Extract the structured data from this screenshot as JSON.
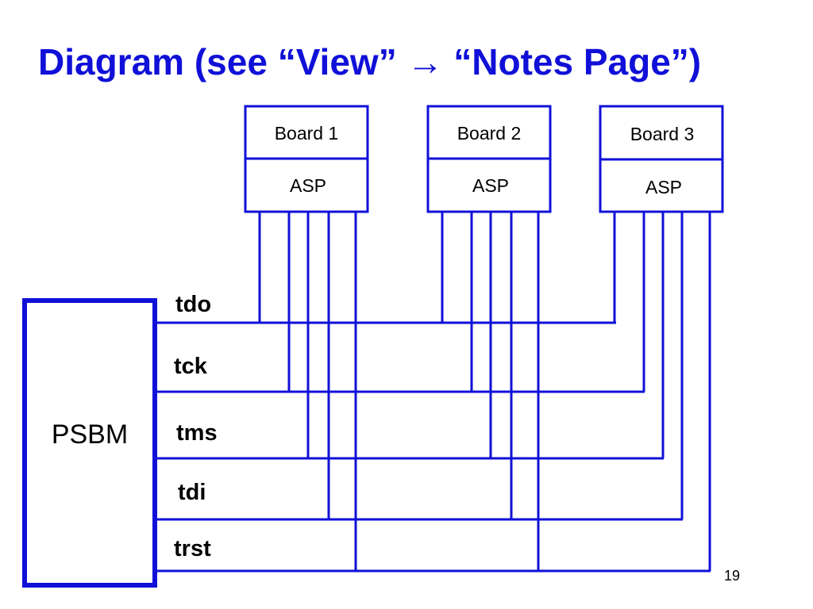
{
  "slide": {
    "title": "Diagram (see “View” → “Notes Page”)",
    "page_number": "19"
  },
  "diagram": {
    "controller": {
      "label": "PSBM"
    },
    "boards": [
      {
        "name": "Board 1",
        "chip": "ASP"
      },
      {
        "name": "Board 2",
        "chip": "ASP"
      },
      {
        "name": "Board 3",
        "chip": "ASP"
      }
    ],
    "signals": [
      "tdo",
      "tck",
      "tms",
      "tdi",
      "trst"
    ]
  },
  "colors": {
    "title": "#1010d8",
    "line": "#1010d8",
    "text": "#000000"
  }
}
